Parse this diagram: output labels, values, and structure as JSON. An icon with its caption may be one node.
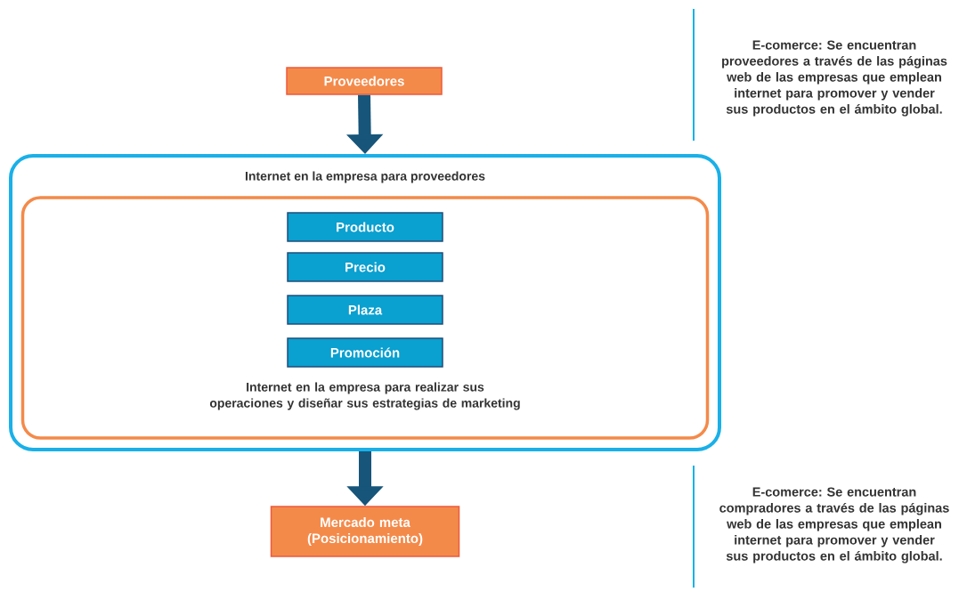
{
  "diagram": {
    "nodes": [
      {
        "text": [
          "Proveedores"
        ]
      },
      {
        "text": [
          "Internet en la empresa para proveedores"
        ]
      },
      {
        "text": [
          "Internet en la empresa para realizar sus operaciones y diseñar sus estrategias de marketing"
        ],
        "in": 1
      },
      {
        "text": [
          "Producto"
        ],
        "in": 2
      },
      {
        "text": [
          "Precio"
        ],
        "in": 2
      },
      {
        "text": [
          "Plaza"
        ],
        "in": 2
      },
      {
        "text": [
          "Promoción"
        ],
        "in": 2
      },
      {
        "text": [
          "Mercado meta (Posicionamiento)"
        ]
      }
    ],
    "edges": [
      {
        "from": 0,
        "to": 1,
        "arrow": "to"
      },
      {
        "from": 1,
        "to": 7,
        "arrow": "to"
      }
    ],
    "labels": [
      "E-comerce: Se encuentran proveedores a través de las páginas web de las empresas que emplean internet para promover y vender sus productos en el ámbito global.",
      "E-comerce: Se encuentran compradores a través de las páginas web de las empresas que emplean internet para promover y vender sus productos en el ámbito global."
    ]
  }
}
